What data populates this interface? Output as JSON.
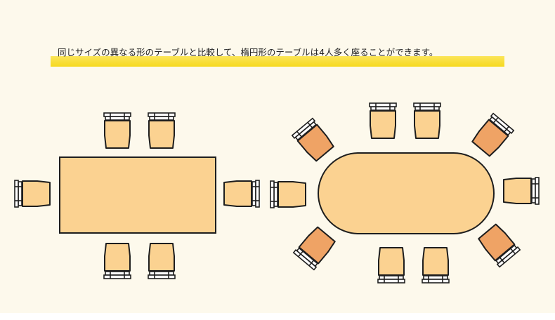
{
  "caption": "同じサイズの異なる形のテーブルと比較して、楕円形のテーブルは4人多く座ることができます。",
  "colors": {
    "background": "#fdf9ec",
    "highlight": "#f6d91f",
    "table_fill": "#fbd291",
    "chair_fill": "#fbd291",
    "chair_fill_angled": "#efa365",
    "outline": "#1e1e1e",
    "frame_fill": "#ffffff"
  },
  "rectangular_table": {
    "seats": 6
  },
  "oval_table": {
    "seats": 10
  }
}
